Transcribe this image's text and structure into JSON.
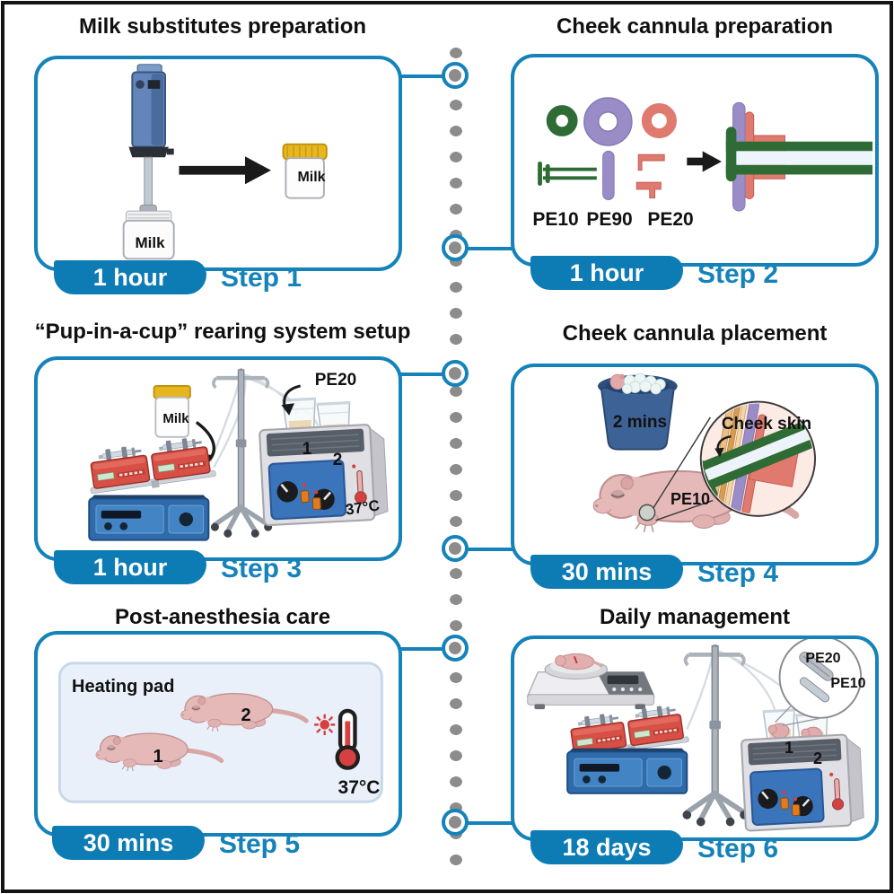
{
  "panels": [
    {
      "title": "Milk substitutes preparation",
      "time": "1 hour",
      "step": "Step 1",
      "labels": {
        "jar_source": "Milk",
        "jar_result": "Milk"
      }
    },
    {
      "title": "Cheek cannula preparation",
      "time": "1 hour",
      "step": "Step 2",
      "labels": {
        "pe10": "PE10",
        "pe90": "PE90",
        "pe20": "PE20"
      }
    },
    {
      "title": "“Pup-in-a-cup” rearing system setup",
      "time": "1 hour",
      "step": "Step 3",
      "labels": {
        "milk": "Milk",
        "pe20": "PE20",
        "cup1": "1",
        "cup2": "2",
        "temp": "37°C"
      }
    },
    {
      "title": "Cheek cannula placement",
      "time": "30 mins",
      "step": "Step 4",
      "labels": {
        "ice_time": "2 mins",
        "cheek_skin": "Cheek skin",
        "pe10": "PE10"
      }
    },
    {
      "title": "Post-anesthesia care",
      "time": "30 mins",
      "step": "Step 5",
      "labels": {
        "pad": "Heating pad",
        "pup1": "1",
        "pup2": "2",
        "temp": "37°C"
      }
    },
    {
      "title": "Daily management",
      "time": "18 days",
      "step": "Step 6",
      "labels": {
        "pe20": "PE20",
        "pe10": "PE10",
        "cup1": "1",
        "cup2": "2"
      }
    }
  ],
  "colors": {
    "accent_blue": "#1583ba",
    "badge_blue": "#0d7cb5",
    "dot_gray": "#8c8c8c",
    "tube_green": "#2e6b35",
    "tube_purple": "#9a8cc6",
    "tube_salmon": "#e07a6e",
    "pup_pink": "#e6b9b9",
    "pump_red": "#d85045",
    "temp_red": "#d64040"
  }
}
